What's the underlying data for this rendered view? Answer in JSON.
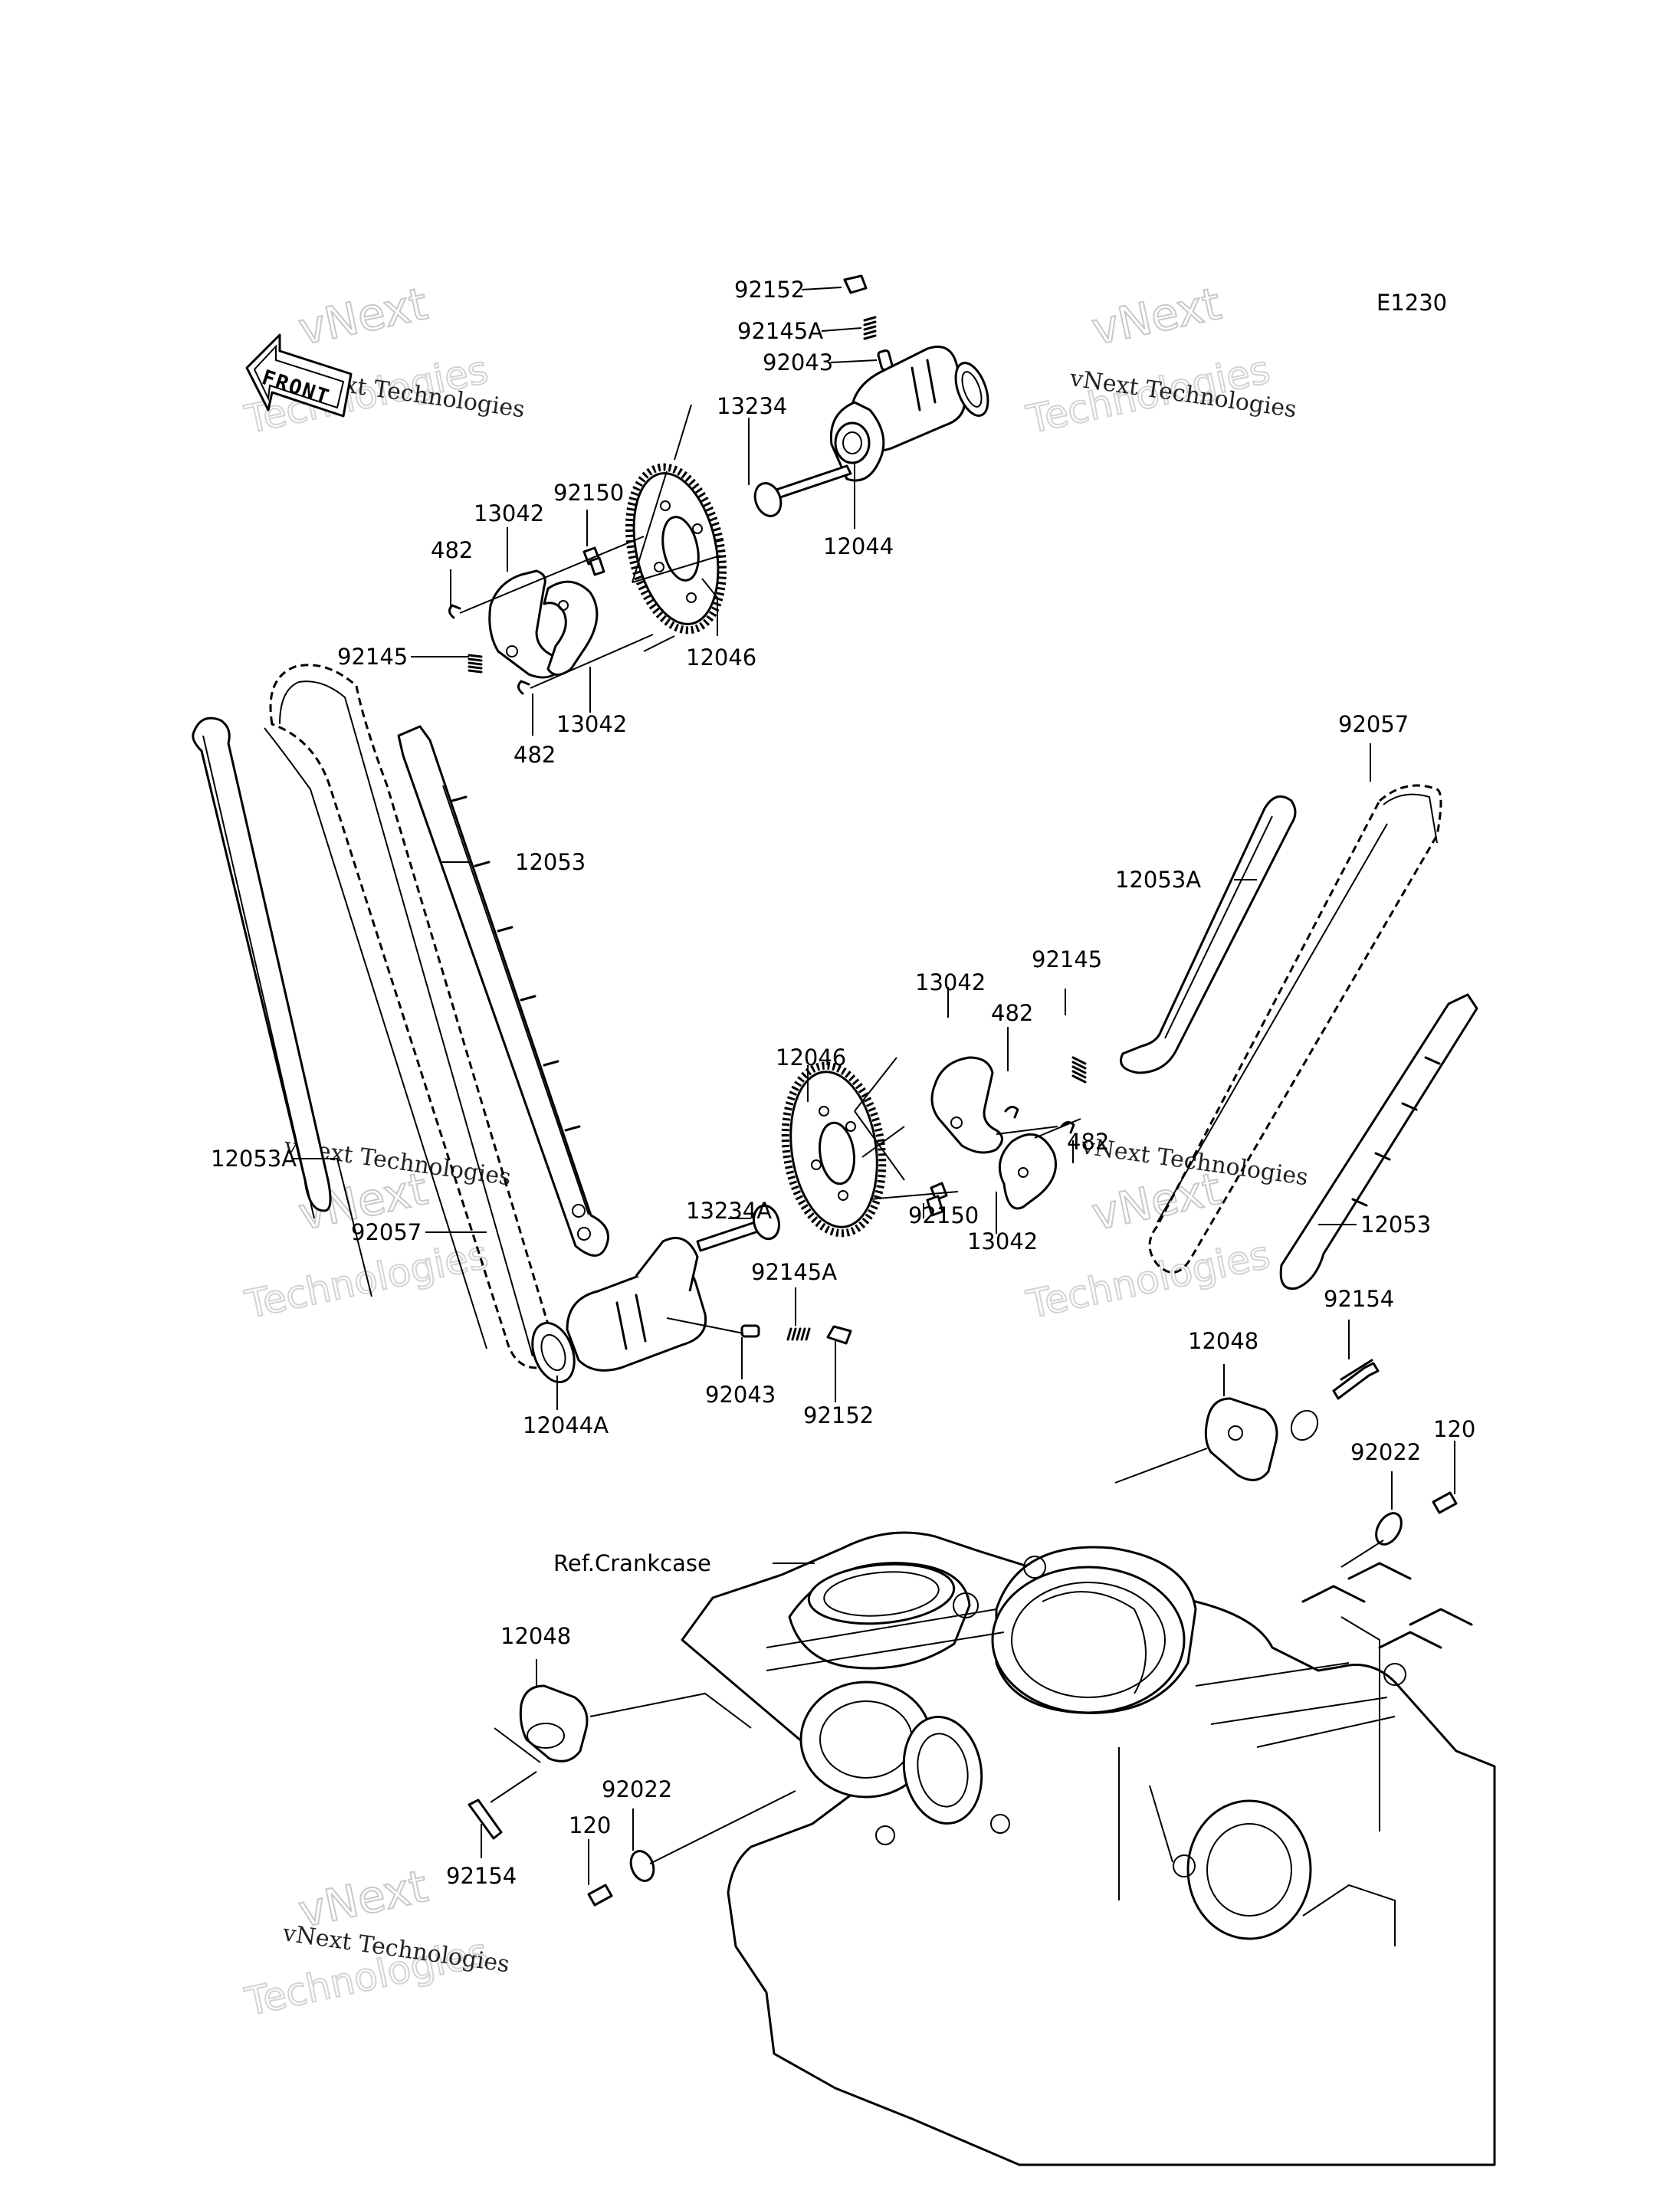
{
  "diagram_code": "E1230",
  "front_arrow_label": "FRONT",
  "reference_label": "Ref.Crankcase",
  "watermark": {
    "line1": "vNext Technologies",
    "line2": "vNext",
    "line3": "Technologies"
  },
  "callouts": {
    "top_92152": "92152",
    "top_92145A": "92145A",
    "top_92043": "92043",
    "top_13234": "13234",
    "top_12044": "12044",
    "top_92150": "92150",
    "top_13042_upper": "13042",
    "top_482_upper": "482",
    "top_92145": "92145",
    "top_12046": "12046",
    "top_13042_lower": "13042",
    "top_482_lower": "482",
    "left_12053": "12053",
    "left_12053A": "12053A",
    "left_92057": "92057",
    "right_92057": "92057",
    "right_12053A": "12053A",
    "right_12053": "12053",
    "mid_92145": "92145",
    "mid_13042_upper": "13042",
    "mid_482_upper": "482",
    "mid_482_lower": "482",
    "mid_12046": "12046",
    "mid_13234A": "13234A",
    "mid_92150": "92150",
    "mid_13042_lower": "13042",
    "mid_92145A": "92145A",
    "mid_12044A": "12044A",
    "mid_92043": "92043",
    "mid_92152": "92152",
    "right_92154": "92154",
    "right_12048": "12048",
    "right_120": "120",
    "right_92022": "92022",
    "bottom_12048": "12048",
    "bottom_92022": "92022",
    "bottom_120": "120",
    "bottom_92154": "92154"
  }
}
